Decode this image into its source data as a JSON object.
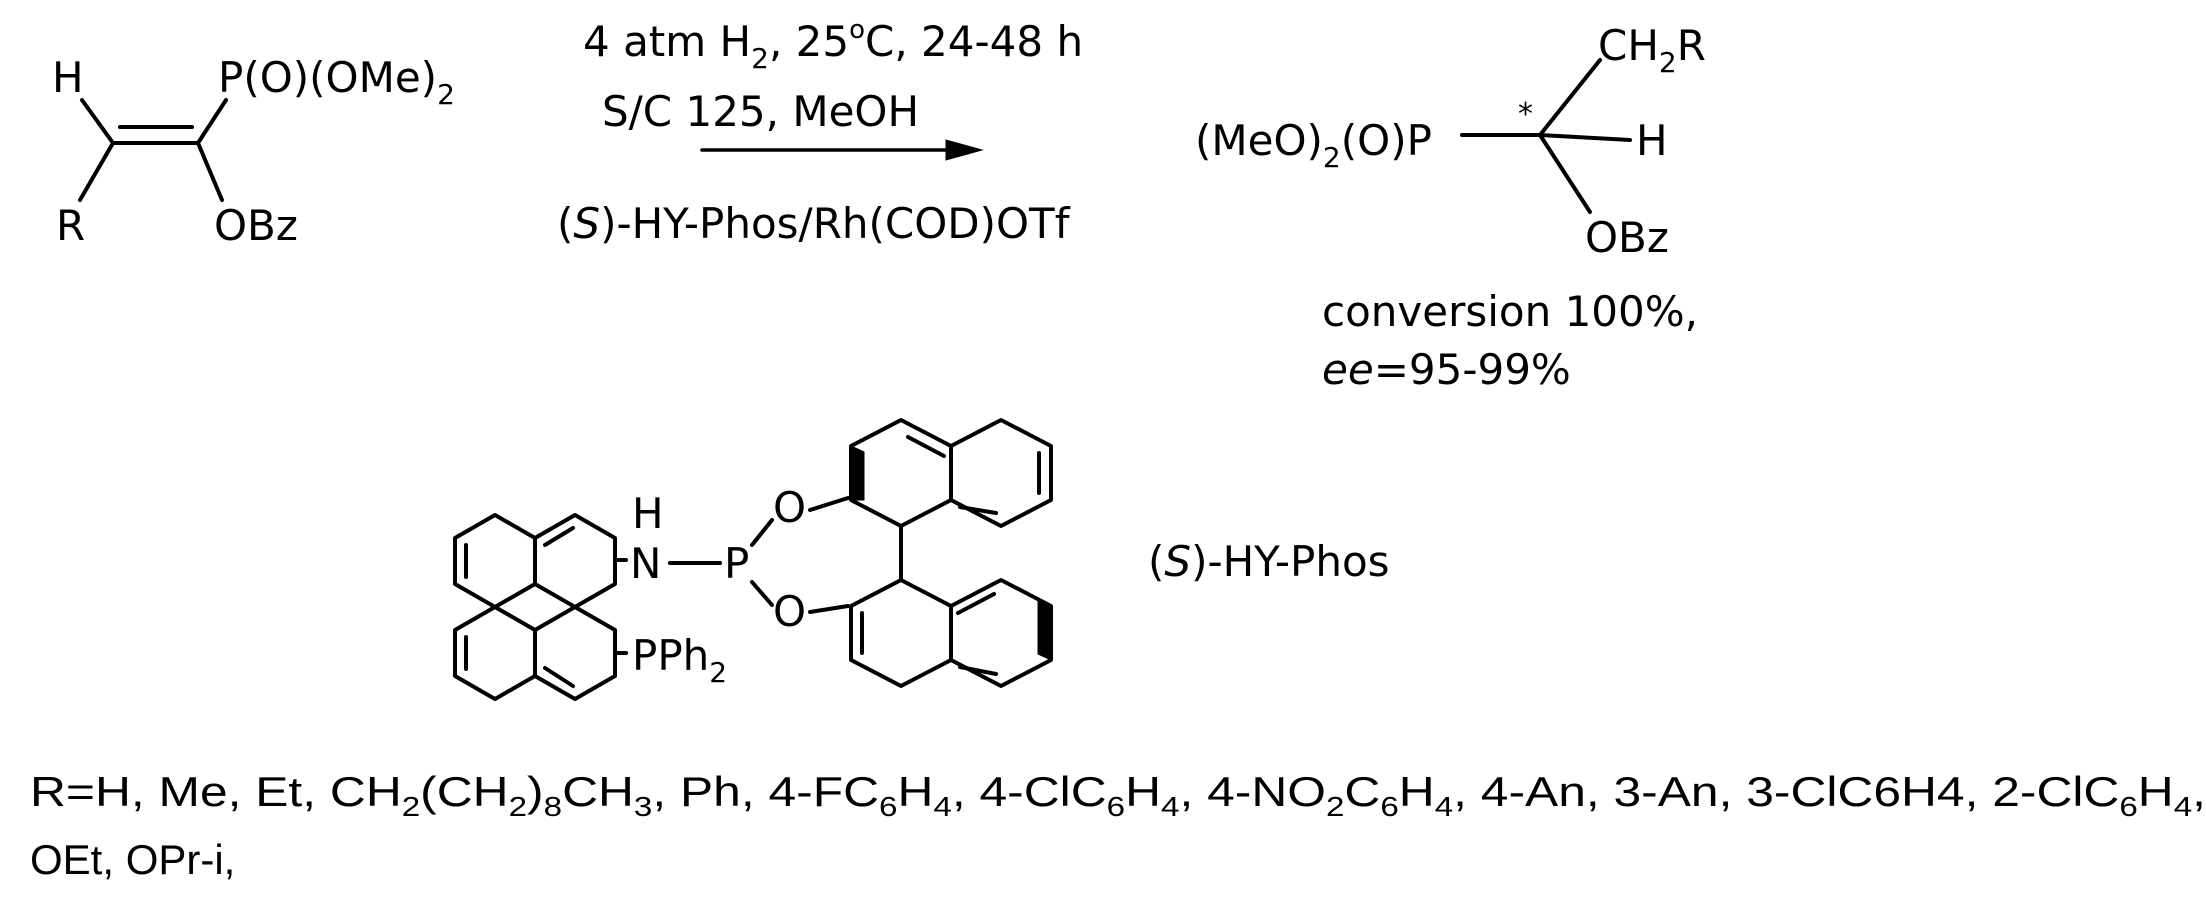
{
  "reactant": {
    "h": "H",
    "r": "R",
    "phos": "P(O)(OMe)",
    "phos_sub": "2",
    "obz": "OBz"
  },
  "conditions": {
    "line1_a": "4 atm H",
    "line1_sub": "2",
    "line1_b": ", 25",
    "line1_sup": "o",
    "line1_c": "C, 24-48 h",
    "line2": "S/C 125, MeOH",
    "line3_open": "(",
    "line3_s": "S",
    "line3_rest": ")-HY-Phos/Rh(COD)OTf"
  },
  "product": {
    "meo_a": "(MeO)",
    "meo_sub": "2",
    "meo_b": "(O)P",
    "star": "*",
    "ch2r_a": "CH",
    "ch2r_sub": "2",
    "ch2r_b": "R",
    "h": "H",
    "obz": "OBz"
  },
  "results": {
    "conversion": "conversion 100%,",
    "ee_italic": "ee",
    "ee_rest": "=95-99%"
  },
  "ligand": {
    "h": "H",
    "n": "N",
    "p": "P",
    "o_top": "O",
    "o_bottom": "O",
    "pph_a": "PPh",
    "pph_sub": "2",
    "name_open": "(",
    "name_s": "S",
    "name_rest": ")-HY-Phos"
  },
  "substituents": {
    "line1_parts": [
      {
        "t": "R=H, Me, Et, CH"
      },
      {
        "t": "2",
        "s": 1
      },
      {
        "t": "(CH"
      },
      {
        "t": "2",
        "s": 1
      },
      {
        "t": ")"
      },
      {
        "t": "8",
        "s": 1
      },
      {
        "t": "CH"
      },
      {
        "t": "3",
        "s": 1
      },
      {
        "t": ", Ph, 4-FC"
      },
      {
        "t": "6",
        "s": 1
      },
      {
        "t": "H"
      },
      {
        "t": "4",
        "s": 1
      },
      {
        "t": ", 4-ClC"
      },
      {
        "t": "6",
        "s": 1
      },
      {
        "t": "H"
      },
      {
        "t": "4",
        "s": 1
      },
      {
        "t": ", 4-NO"
      },
      {
        "t": "2",
        "s": 1
      },
      {
        "t": "C"
      },
      {
        "t": "6",
        "s": 1
      },
      {
        "t": "H"
      },
      {
        "t": "4",
        "s": 1
      },
      {
        "t": ", 4-An, 3-An, 3-ClC6H4, 2-ClC"
      },
      {
        "t": "6",
        "s": 1
      },
      {
        "t": "H"
      },
      {
        "t": "4",
        "s": 1
      },
      {
        "t": ","
      }
    ],
    "line2": "OEt, OPr-i,"
  }
}
